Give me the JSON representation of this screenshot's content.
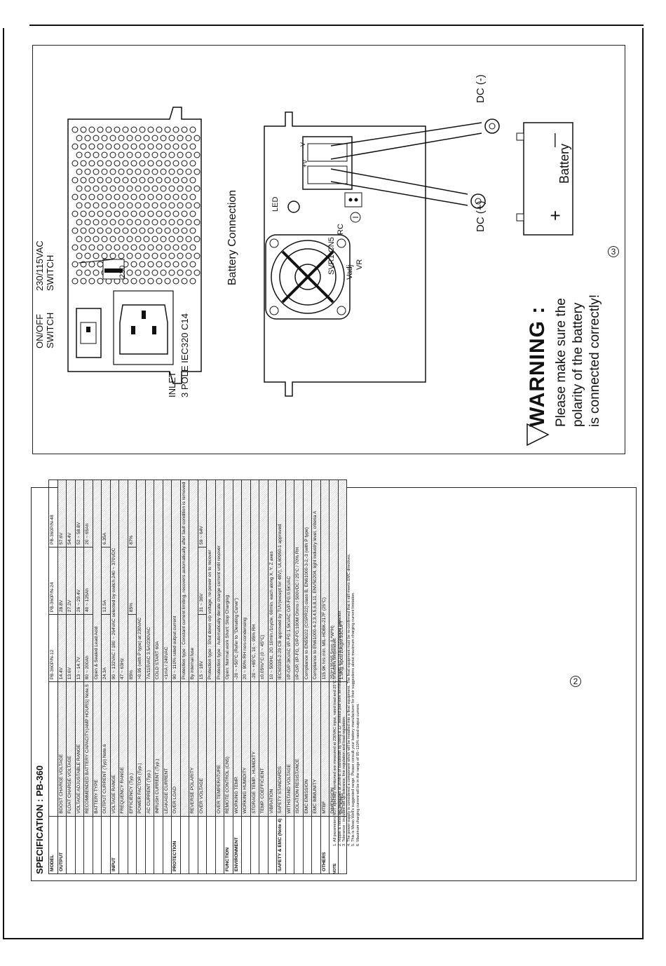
{
  "spec": {
    "title": "SPECIFICATION : PB-360",
    "columns": [
      "MODEL",
      "",
      "PB-360P/N-12",
      "PB-360P/N-24",
      "PB-360P/N-48"
    ],
    "rows": [
      {
        "group": "OUTPUT",
        "item": "BOOST CHARGE VOLTAGE",
        "v1": "14.4V",
        "v2": "28.8V",
        "v3": "57.6V",
        "span": false
      },
      {
        "group": "",
        "item": "FLOAT CHARGE VOLTAGE",
        "v1": "13.6V",
        "v2": "27.2V",
        "v3": "54.4V",
        "span": false
      },
      {
        "group": "",
        "item": "VOLTAGE ADJUSTABLE RANGE",
        "v1": "13 ~ 14.7V",
        "v2": "26 ~ 29.4V",
        "v3": "52 ~ 58.8V",
        "span": false
      },
      {
        "group": "",
        "item": "RECOMMENDED BATTERY CAPACITY(AMP HOURS) Note.5",
        "v1": "80 ~ 200Ah",
        "v2": "40 ~ 125Ah",
        "v3": "20 ~ 65Ah",
        "span": false
      },
      {
        "group": "",
        "item": "BATTERY TYPE",
        "v1": "Open & Sealed Lead Acid",
        "v2": "",
        "v3": "",
        "span": true
      },
      {
        "group": "",
        "item": "OUTPUT CURRENT (Typ) Note.6",
        "v1": "24.3A",
        "v2": "12.5A",
        "v3": "6.35A",
        "span": false
      },
      {
        "group": "INPUT",
        "item": "VOLTAGE RANGE",
        "v1": "90 ~ 132VAC / 180 ~ 264VAC selected by switch  240 ~ 370VDC",
        "v2": "",
        "v3": "",
        "span": true
      },
      {
        "group": "",
        "item": "FREQUENCY RANGE",
        "v1": "47 ~ 63Hz",
        "v2": "",
        "v3": "",
        "span": true
      },
      {
        "group": "",
        "item": "EFFICIENCY (Typ.)",
        "v1": "85%",
        "v2": "85%",
        "v3": "87%",
        "span": false
      },
      {
        "group": "",
        "item": "POWER FACTOR (Typ.)",
        "v1": ">0.95 (with P type) at 230VAC",
        "v2": "",
        "v3": "",
        "span": true
      },
      {
        "group": "",
        "item": "AC CURRENT (Typ.)",
        "v1": "7A/115VAC  3.5A/230VAC",
        "v2": "",
        "v3": "",
        "span": true
      },
      {
        "group": "",
        "item": "INRUSH CURRENT (Typ.)",
        "v1": "COLD START 60A",
        "v2": "",
        "v3": "",
        "span": true
      },
      {
        "group": "",
        "item": "LEAKAGE CURRENT",
        "v1": "<1mA / 240VAC",
        "v2": "",
        "v3": "",
        "span": true
      },
      {
        "group": "PROTECTION",
        "item": "OVER LOAD",
        "v1": "90 ~ 110% rated output current",
        "v2": "",
        "v3": "",
        "span": true
      },
      {
        "group": "",
        "item": "",
        "v1": "Protection type : Constant current limiting, recovers automatically after fault condition is removed",
        "v2": "",
        "v3": "",
        "span": true
      },
      {
        "group": "",
        "item": "REVERSE POLARITY",
        "v1": "By internal fuse",
        "v2": "",
        "v3": "",
        "span": true
      },
      {
        "group": "",
        "item": "OVER VOLTAGE",
        "v1": "15 ~ 18V",
        "v2": "31 ~ 36V",
        "v3": "59 ~ 64V",
        "span": false
      },
      {
        "group": "",
        "item": "",
        "v1": "Protection type : Shut down o/p voltage, re-power on to recover",
        "v2": "",
        "v3": "",
        "span": true
      },
      {
        "group": "",
        "item": "OVER TEMPERATURE",
        "v1": "Protection type : Automatically derate charge current until recover",
        "v2": "",
        "v3": "",
        "span": true
      },
      {
        "group": "FUNCTION",
        "item": "REMOTE CONTROL (CN5)",
        "v1": "Open: Normal work     Short: Stop Charging",
        "v2": "",
        "v3": "",
        "span": true
      },
      {
        "group": "ENVIRONMENT",
        "item": "WORKING TEMP.",
        "v1": "-20 ~ +50°C (Refer to \"Derating Curve\")",
        "v2": "",
        "v3": "",
        "span": true
      },
      {
        "group": "",
        "item": "WORKING HUMIDITY",
        "v1": "20 ~ 90% RH non-condensing",
        "v2": "",
        "v3": "",
        "span": true
      },
      {
        "group": "",
        "item": "STORAGE TEMP., HUMIDITY",
        "v1": "-20 ~ +85°C, 10 ~ 95% RH",
        "v2": "",
        "v3": "",
        "span": true
      },
      {
        "group": "",
        "item": "TEMP. COEFFICIENT",
        "v1": "±0.05%/°C (0 ~ 45°C)",
        "v2": "",
        "v3": "",
        "span": true
      },
      {
        "group": "",
        "item": "VIBRATION",
        "v1": "10 ~ 500Hz, 2G 10min./1cycle, 60min. each along X, Y, Z axes",
        "v2": "",
        "v3": "",
        "span": true
      },
      {
        "group": "SAFETY & EMC (Note 4)",
        "item": "SAFETY STANDARDS",
        "v1": "IEC60335-2-29 CB approved by TUV(except for 48V), UL60950-1 approved",
        "v2": "",
        "v3": "",
        "span": true
      },
      {
        "group": "",
        "item": "WITHSTAND VOLTAGE",
        "v1": "I/P-O/P:3KVAC  I/P-FG:1.5KVAC  O/P-FG:0.5KVAC",
        "v2": "",
        "v3": "",
        "span": true
      },
      {
        "group": "",
        "item": "ISOLATION RESISTANCE",
        "v1": "I/P-O/P, I/P-FG, O/P-FG:100M Ohms / 500VDC / 25°C / 70% RH",
        "v2": "",
        "v3": "",
        "span": true
      },
      {
        "group": "",
        "item": "EMC EMISSION",
        "v1": "Compliance to EN55022 (CISPR22) class B, EN61000-3-2,-3 (with P type)",
        "v2": "",
        "v3": "",
        "span": true
      },
      {
        "group": "",
        "item": "EMC IMMUNITY",
        "v1": "Compliance to EN61000-4-2,3,4,5,6,8,11, ENV50204, light industry level, criteria A",
        "v2": "",
        "v3": "",
        "span": true
      },
      {
        "group": "OTHERS",
        "item": "MTBF",
        "v1": "115.9K hrs min.  MIL-HDBK-217F (25°C)",
        "v2": "",
        "v3": "",
        "span": true
      },
      {
        "group": "",
        "item": "DIMENSION",
        "v1": "253*135*65.5mm (L*W*H)",
        "v2": "",
        "v3": "",
        "span": true
      },
      {
        "group": "",
        "item": "PACKING",
        "v1": "1.5Kg; 6pcs/10Kg/0.93CUFT",
        "v2": "",
        "v3": "",
        "span": true
      }
    ],
    "note_label": "NOTE",
    "notes": [
      "1. All parameters NOT specially mentioned are measured at 230VAC input, rated load and 25°C of ambient temperature.",
      "2. Ripple & noise are measured at 20MHz of bandwidth by using a 12\" twisted pair-wire terminated with a 0.1uf & 47uf parallel capacitor.",
      "3. Tolerance : includes set up tolerance, line regulation and load regulation.",
      "4. The power supply is considered a component which will be installed into a final equipment. The final equipment must be re-confirmed that it still meets EMC directives.",
      "5. This is Mean Well's suggested range. Please consult your battery manufacturer for their suggestions about maximum charging current limitation.",
      "6. Maximum charging current will be in the range of 95~110% rated output current."
    ],
    "page_number": "2"
  },
  "diagram": {
    "on_off_label_1": "ON/OFF",
    "on_off_label_2": "SWITCH",
    "voltage_switch_label_1": "230/115VAC",
    "voltage_switch_label_2": "SWITCH",
    "switch_value": "230",
    "inlet_label_1": "INLET",
    "inlet_label_2": "3 POLE IEC320 C14",
    "title": "Battery Connection",
    "led_label": "LED",
    "svr1_label": "SVR1 CN5",
    "vadj_label": "Vadj",
    "vr_label": "VR",
    "rc_label": "RC",
    "plus_v": "+V",
    "minus_v": "-V",
    "dc_minus": "DC (-)",
    "dc_plus": "DC (+)",
    "battery_label": "Battery",
    "battery_plus": "+",
    "battery_minus": "—",
    "warning_title": "WARNING :",
    "warning_line1": "Please make sure the",
    "warning_line2": "polarity of the battery",
    "warning_line3": "is connected correctly!",
    "page_number": "3"
  }
}
